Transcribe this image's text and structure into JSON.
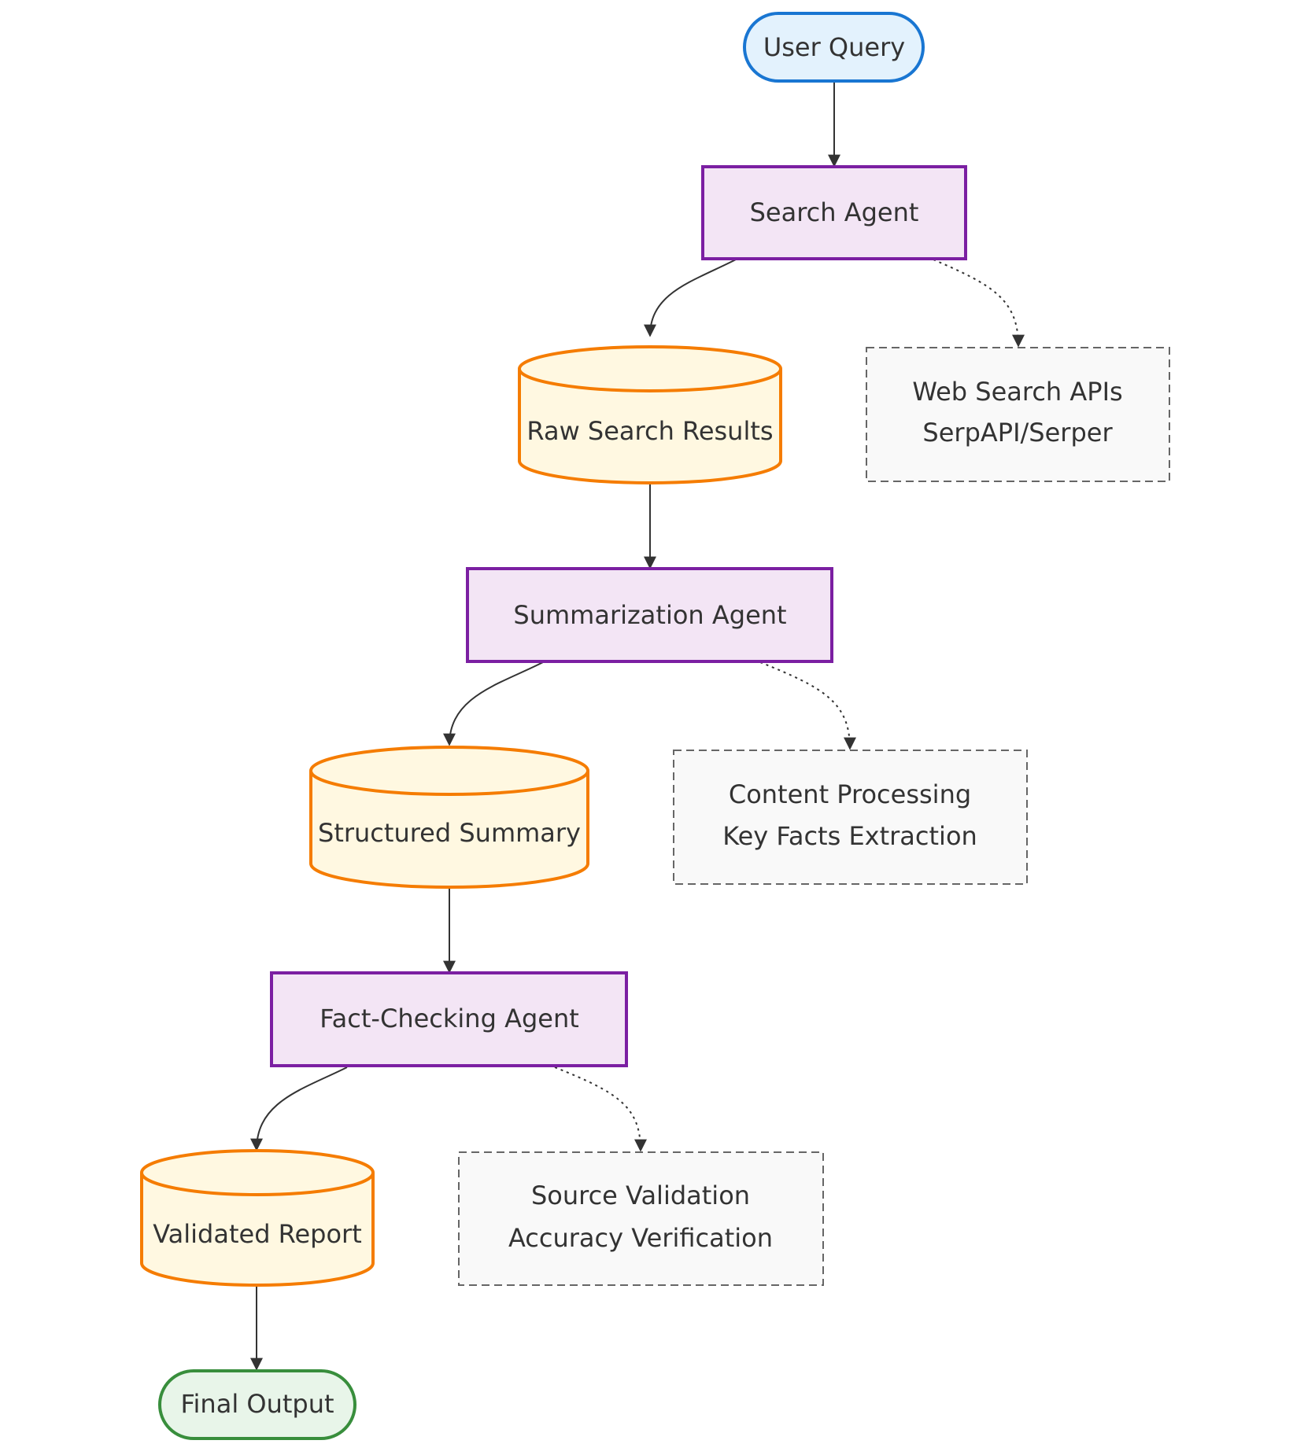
{
  "colors": {
    "background": "#ffffff",
    "edge": "#333333",
    "text": "#333333",
    "terminal_start_fill": "#e3f2fd",
    "terminal_start_stroke": "#1976d2",
    "terminal_end_fill": "#e8f5e9",
    "terminal_end_stroke": "#388e3c",
    "agent_fill": "#f3e5f5",
    "agent_stroke": "#7b1fa2",
    "data_fill": "#fff8e1",
    "data_stroke": "#f57c00",
    "tool_fill": "#f9f9f9",
    "tool_stroke": "#666666"
  },
  "nodes": {
    "user_query": {
      "label": "User Query",
      "shape": "stadium"
    },
    "search_agent": {
      "label": "Search Agent",
      "shape": "rectangle"
    },
    "raw_results": {
      "label": "Raw Search Results",
      "shape": "cylinder"
    },
    "web_search": {
      "lines": [
        "Web Search APIs",
        "SerpAPI/Serper"
      ],
      "shape": "dashed-rectangle"
    },
    "summarization_agent": {
      "label": "Summarization Agent",
      "shape": "rectangle"
    },
    "structured_summary": {
      "label": "Structured Summary",
      "shape": "cylinder"
    },
    "content_processing": {
      "lines": [
        "Content Processing",
        "Key Facts Extraction"
      ],
      "shape": "dashed-rectangle"
    },
    "fact_checking_agent": {
      "label": "Fact-Checking Agent",
      "shape": "rectangle"
    },
    "validated_report": {
      "label": "Validated Report",
      "shape": "cylinder"
    },
    "source_validation": {
      "lines": [
        "Source Validation",
        "Accuracy Verification"
      ],
      "shape": "dashed-rectangle"
    },
    "final_output": {
      "label": "Final Output",
      "shape": "stadium"
    }
  },
  "edges": [
    {
      "from": "User Query",
      "to": "Search Agent",
      "style": "solid"
    },
    {
      "from": "Search Agent",
      "to": "Raw Search Results",
      "style": "solid"
    },
    {
      "from": "Search Agent",
      "to": "Web Search APIs / SerpAPI/Serper",
      "style": "dotted"
    },
    {
      "from": "Raw Search Results",
      "to": "Summarization Agent",
      "style": "solid"
    },
    {
      "from": "Summarization Agent",
      "to": "Structured Summary",
      "style": "solid"
    },
    {
      "from": "Summarization Agent",
      "to": "Content Processing / Key Facts Extraction",
      "style": "dotted"
    },
    {
      "from": "Structured Summary",
      "to": "Fact-Checking Agent",
      "style": "solid"
    },
    {
      "from": "Fact-Checking Agent",
      "to": "Validated Report",
      "style": "solid"
    },
    {
      "from": "Fact-Checking Agent",
      "to": "Source Validation / Accuracy Verification",
      "style": "dotted"
    },
    {
      "from": "Validated Report",
      "to": "Final Output",
      "style": "solid"
    }
  ]
}
